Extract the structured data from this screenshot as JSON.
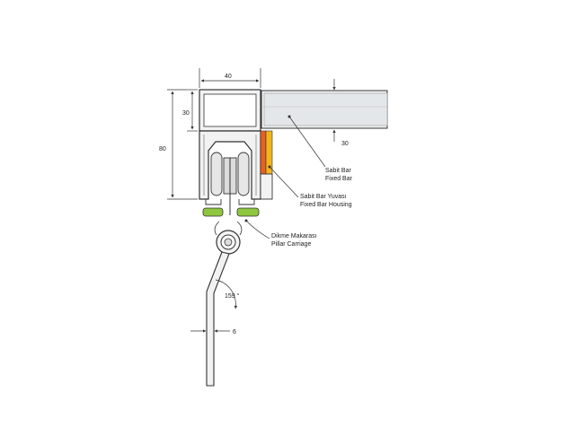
{
  "dimensions": {
    "width_40": "40",
    "height_30": "30",
    "height_80": "80",
    "bar_30": "30",
    "wire_6": "6",
    "angle_159": "159 °"
  },
  "labels": {
    "fixed_bar_tr": "Sabit Bar",
    "fixed_bar_en": "Fixed Bar",
    "housing_tr": "Sabit Bar Yuvası",
    "housing_en": "Fixed Bar Housing",
    "carriage_tr": "Dikme  Makarası",
    "carriage_en": "Pillar Carriage"
  },
  "colors": {
    "line": "#333333",
    "profile_fill": "#f2f2f2",
    "bar_fill": "#eef0f2",
    "housing_orange": "#e8601c",
    "housing_yellow": "#f0b41e",
    "carriage_green": "#8fc63f"
  }
}
